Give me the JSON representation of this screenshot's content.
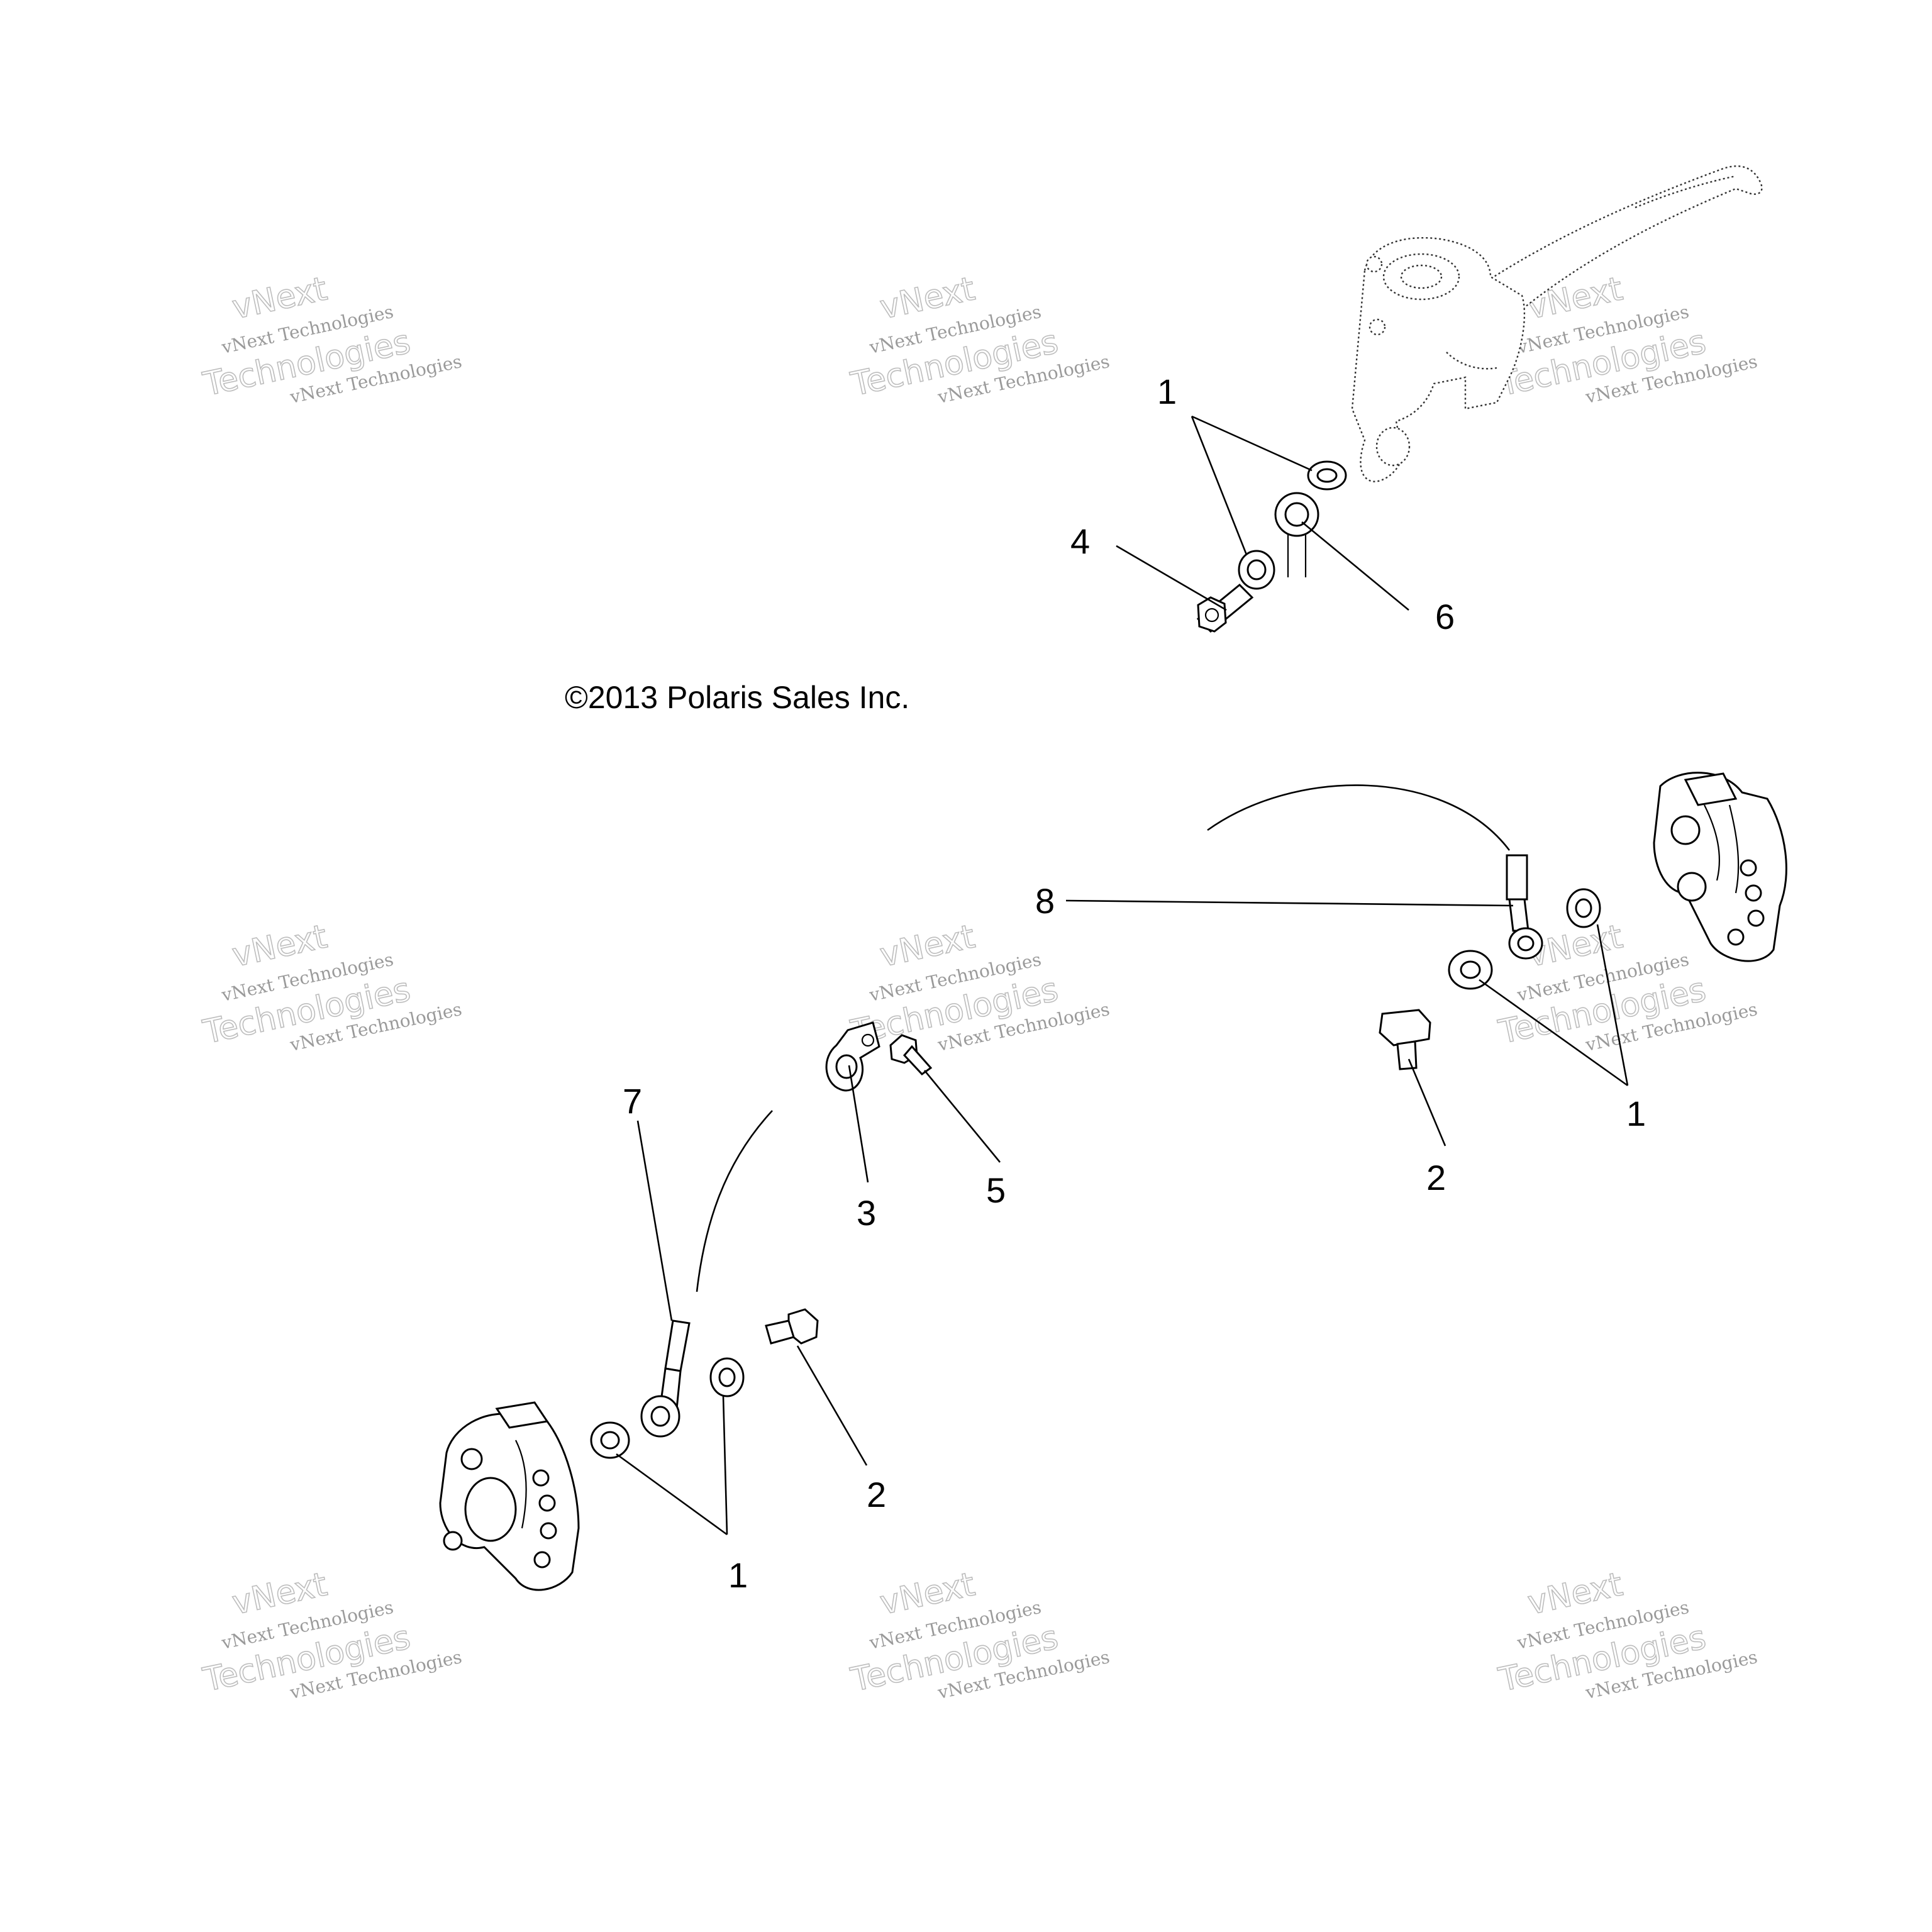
{
  "copyright": "©2013 Polaris Sales Inc.",
  "watermark": {
    "line1": "vNext",
    "line2": "vNext Technologies",
    "line3": "Technologies",
    "line4": "vNext Technologies"
  },
  "callouts": {
    "master_washer": "1",
    "master_bolt": "4",
    "master_line_end": "6",
    "right_line": "8",
    "right_washers": "1",
    "right_bolt": "2",
    "left_clamp": "3",
    "left_screw": "5",
    "left_line": "7",
    "left_bolt": "2",
    "left_washers": "1"
  }
}
